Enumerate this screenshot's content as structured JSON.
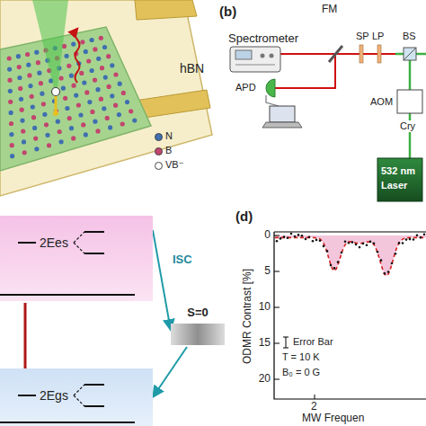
{
  "diagram": {
    "nodes": [
      {
        "text": [
          "2Ees"
        ]
      },
      {
        "text": [
          "S=0"
        ]
      },
      {
        "text": [
          "2Egs"
        ]
      }
    ],
    "edges": [
      {
        "from": 0,
        "to": 1,
        "arrow": "to",
        "label": "ISC"
      },
      {
        "from": 1,
        "to": 2,
        "arrow": "to"
      }
    ],
    "labels": [
      "hBN",
      "(b)",
      "Spectrometer",
      "FM",
      "SP",
      "LP",
      "BS",
      "APD",
      "AOM",
      "Cry",
      "532 nm",
      "Laser",
      "(d)",
      "ODMR Contrast [%]",
      "0",
      "5",
      "10",
      "15",
      "20",
      "2",
      "MW Frequen",
      "T = 10 K",
      "B₀ = 0 G"
    ],
    "legend": [
      {
        "text": "N",
        "color": "#3f6fb0"
      },
      {
        "text": "B",
        "color": "#c2456e"
      },
      {
        "text": "VB⁻",
        "color": "#ffffff"
      },
      {
        "text": "Error Bar"
      }
    ]
  }
}
